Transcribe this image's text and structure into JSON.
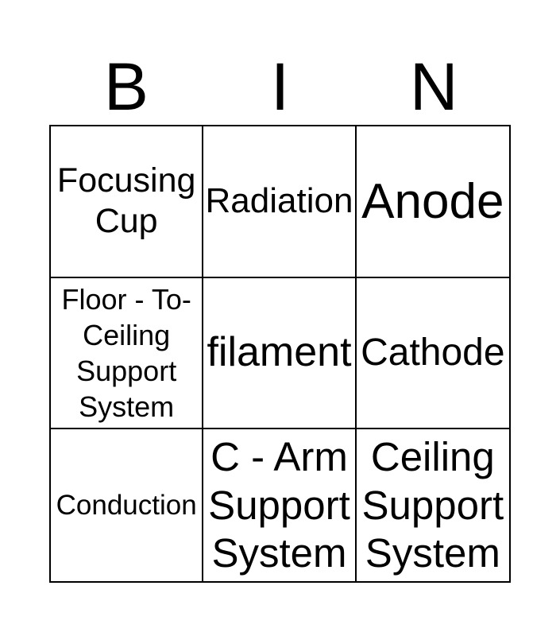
{
  "card": {
    "header": {
      "letters": [
        "B",
        "I",
        "N"
      ]
    },
    "grid": {
      "cells": [
        [
          "Focusing Cup",
          "Radiation",
          "Anode"
        ],
        [
          "Floor - To- Ceiling Support System",
          "filament",
          "Cathode"
        ],
        [
          "Conduction",
          "C - Arm Support System",
          "Ceiling Support System"
        ]
      ]
    },
    "colors": {
      "background": "#ffffff",
      "border": "#000000",
      "text": "#000000"
    }
  }
}
